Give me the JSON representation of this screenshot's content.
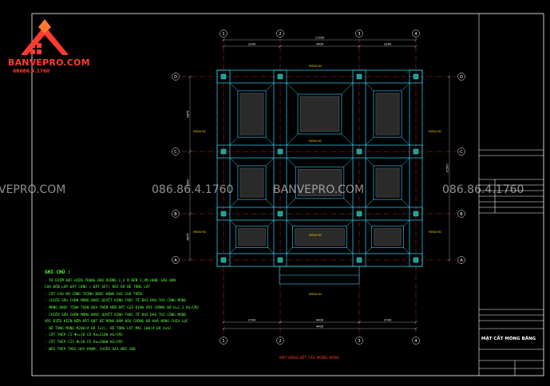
{
  "brand": {
    "name": "BANVEPRO.COM",
    "phone": "08686.4.1760"
  },
  "watermarks": [
    "VEPRO.COM",
    "086.86.4.1760",
    "BANVEPRO.COM",
    "086.86.4.1760"
  ],
  "grid": {
    "columns": [
      "1",
      "2",
      "3",
      "4"
    ],
    "rows": [
      "D",
      "C",
      "B",
      "A"
    ]
  },
  "dimensions": {
    "top_total": "11500",
    "top_spans": [
      "2240",
      "3400",
      "2240"
    ],
    "bottom_total": "4400",
    "bottom_spans": [
      "2740",
      "4400",
      "2740"
    ],
    "left_spans": [
      "4875",
      "5000",
      "4875"
    ],
    "right_total": "11500"
  },
  "beam_label": "MÓNG M2",
  "notes": {
    "title": "GHI CHÚ :",
    "lines": [
      "- TỪ ĐIỂM ĐẶT HIỆN TRẠNG ĐÀO XUỐNG 1,2 M ĐẾN 1,4M HOẶC SÂU HƠN",
      "  CHO ĐẾN LỚP ĐẤT CỨNG ( ĐẤT SÉT) RỒI ĐỔ BÊ TÔNG LÓT",
      "- CỐT CAO ĐỘ CÔNG TRÌNH ĐƯỢC ĐẶNG CHI CHÚ TRÊN",
      "- CHIỀU SÂU CHÔN MÓNG ĐƯỢC QUYẾT ĐỊNH THỰC TẾ KHI ĐÀO THI CÔNG MÓNG",
      "- MÓNG ĐƯỢC TÍNH TOÁN DỰA TRÊN NỀN ĐẤT GIẢ ĐỊNH VỚI CƯỜNG ĐỘ R=1,3 KG/CM2",
      "- CHIỀU SÂU CHÔN MÓNG ĐƯỢC QUYẾT ĐỊNH THỰC TẾ KHI ĐÀO THI CÔNG MÓNG",
      "  VỚI ĐIỀU KIỆN NỀN ĐẤT ĐẶT ĐỂ MÓNG ĐẢM BẢO CƯỜNG ĐỘ KHẢ NĂNG CHỊU LỰC",
      "- BÊ TÔNG MÓNG M200(# ĐÁ 1x2), BÊ TÔNG LÓT MÁC 100(# ĐÁ 4x6)",
      "- CỐT THÉP CI Φ<=10 CÓ Ra=2100 KG/CM2",
      "- CỐT THÉP CII Φ>10 CÓ Ra=2800 KG/CM2",
      "- NỐI THÉP THEO QUY PHẠM, CHIỀU DÀI NỐI 30D"
    ]
  },
  "title_block": {
    "title": "MẶT CẮT MÓNG BĂNG"
  },
  "plan_title": "MẶT BẰNG KẾT CẤU MÓNG BĂNG",
  "colors": {
    "background": "#000000",
    "frame": "#ffffff",
    "footing": "#33d6ff",
    "grid": "#ff3030",
    "dim": "#ffffff",
    "notes": "#5bff3c",
    "logo": "#ff3b2f"
  }
}
